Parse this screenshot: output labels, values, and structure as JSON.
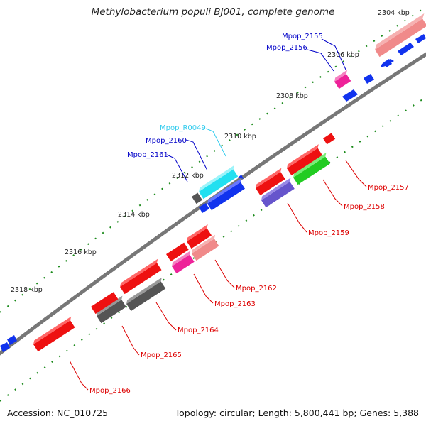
{
  "title": "Methylobacterium populi BJ001, complete genome",
  "footer": {
    "accession": "Accession: NC_010725",
    "summary": "Topology: circular; Length: 5,800,441 bp; Genes: 5,388"
  },
  "ticks": [
    "2304 kbp",
    "2306 kbp",
    "2308 kbp",
    "2310 kbp",
    "2312 kbp",
    "2314 kbp",
    "2316 kbp",
    "2318 kbp"
  ],
  "gene_labels": {
    "upper": [
      {
        "id": "Mpop_2155",
        "color": "#0000c8"
      },
      {
        "id": "Mpop_2156",
        "color": "#0000c8"
      },
      {
        "id": "Mpop_R0049",
        "color": "#33ccee"
      },
      {
        "id": "Mpop_2160",
        "color": "#0000c8"
      },
      {
        "id": "Mpop_2161",
        "color": "#0000c8"
      }
    ],
    "lower": [
      {
        "id": "Mpop_2157",
        "color": "#dd0000"
      },
      {
        "id": "Mpop_2158",
        "color": "#dd0000"
      },
      {
        "id": "Mpop_2159",
        "color": "#dd0000"
      },
      {
        "id": "Mpop_2162",
        "color": "#dd0000"
      },
      {
        "id": "Mpop_2163",
        "color": "#dd0000"
      },
      {
        "id": "Mpop_2164",
        "color": "#dd0000"
      },
      {
        "id": "Mpop_2165",
        "color": "#dd0000"
      },
      {
        "id": "Mpop_2166",
        "color": "#dd0000"
      }
    ]
  },
  "colors": {
    "backbone": "#777777",
    "tick_dots": "#1a8a1a",
    "red": "#ee1111",
    "pink": "#f08a8a",
    "magenta": "#ee2299",
    "blue": "#1133ee",
    "cyan": "#22e0f0",
    "gray": "#555555",
    "green": "#22cc22",
    "purple": "#6655cc"
  }
}
